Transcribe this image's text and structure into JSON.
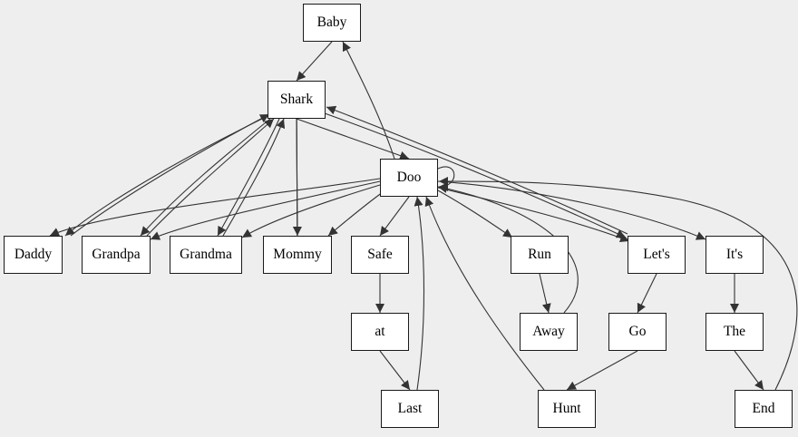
{
  "diagram": {
    "colors": {
      "background": "#eeeeee",
      "node_fill": "#ffffff",
      "node_border": "#1a1a1a",
      "edge": "#333333"
    },
    "nodes": [
      {
        "id": "baby",
        "label": "Baby"
      },
      {
        "id": "shark",
        "label": "Shark"
      },
      {
        "id": "doo",
        "label": "Doo"
      },
      {
        "id": "daddy",
        "label": "Daddy"
      },
      {
        "id": "grandpa",
        "label": "Grandpa"
      },
      {
        "id": "grandma",
        "label": "Grandma"
      },
      {
        "id": "mommy",
        "label": "Mommy"
      },
      {
        "id": "safe",
        "label": "Safe"
      },
      {
        "id": "run",
        "label": "Run"
      },
      {
        "id": "lets",
        "label": "Let's"
      },
      {
        "id": "its",
        "label": "It's"
      },
      {
        "id": "at",
        "label": "at"
      },
      {
        "id": "away",
        "label": "Away"
      },
      {
        "id": "go",
        "label": "Go"
      },
      {
        "id": "the",
        "label": "The"
      },
      {
        "id": "last",
        "label": "Last"
      },
      {
        "id": "hunt",
        "label": "Hunt"
      },
      {
        "id": "end",
        "label": "End"
      }
    ],
    "edges": [
      {
        "from": "baby",
        "to": "shark"
      },
      {
        "from": "shark",
        "to": "doo"
      },
      {
        "from": "shark",
        "to": "daddy"
      },
      {
        "from": "daddy",
        "to": "shark"
      },
      {
        "from": "shark",
        "to": "grandpa"
      },
      {
        "from": "grandpa",
        "to": "shark"
      },
      {
        "from": "shark",
        "to": "grandma"
      },
      {
        "from": "grandma",
        "to": "shark"
      },
      {
        "from": "shark",
        "to": "mommy"
      },
      {
        "from": "mommy",
        "to": "shark"
      },
      {
        "from": "shark",
        "to": "lets"
      },
      {
        "from": "lets",
        "to": "shark"
      },
      {
        "from": "doo",
        "to": "baby"
      },
      {
        "from": "doo",
        "to": "doo"
      },
      {
        "from": "doo",
        "to": "daddy"
      },
      {
        "from": "doo",
        "to": "grandpa"
      },
      {
        "from": "doo",
        "to": "grandma"
      },
      {
        "from": "doo",
        "to": "mommy"
      },
      {
        "from": "doo",
        "to": "safe"
      },
      {
        "from": "doo",
        "to": "run"
      },
      {
        "from": "doo",
        "to": "lets"
      },
      {
        "from": "doo",
        "to": "its"
      },
      {
        "from": "safe",
        "to": "at"
      },
      {
        "from": "at",
        "to": "last"
      },
      {
        "from": "last",
        "to": "doo"
      },
      {
        "from": "run",
        "to": "away"
      },
      {
        "from": "away",
        "to": "doo"
      },
      {
        "from": "lets",
        "to": "go"
      },
      {
        "from": "go",
        "to": "hunt"
      },
      {
        "from": "hunt",
        "to": "doo"
      },
      {
        "from": "its",
        "to": "the"
      },
      {
        "from": "the",
        "to": "end"
      },
      {
        "from": "end",
        "to": "doo"
      }
    ]
  }
}
